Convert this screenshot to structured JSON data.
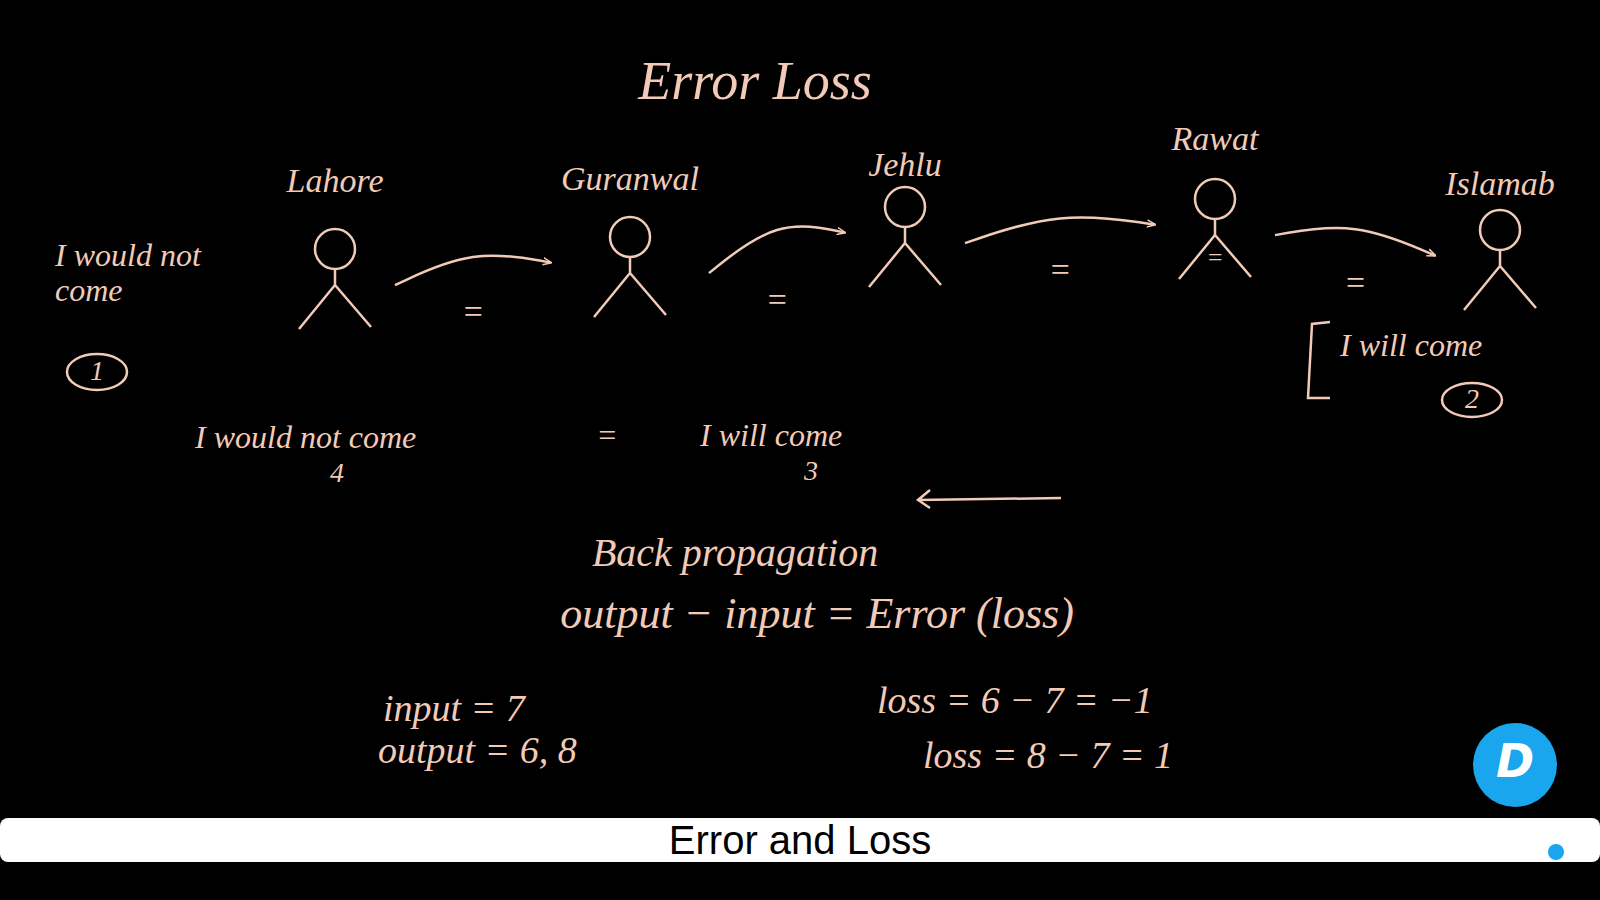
{
  "diagram": {
    "title": "Error Loss",
    "caption": "Error and Loss",
    "nodes": [
      {
        "text": [
          "Lahore"
        ]
      },
      {
        "text": [
          "Guranwal"
        ]
      },
      {
        "text": [
          "Jehlu"
        ]
      },
      {
        "text": [
          "Rawat"
        ]
      },
      {
        "text": [
          "Islamab"
        ]
      }
    ],
    "edges": [
      {
        "from": 0,
        "to": 1,
        "arrow": "to",
        "label": "="
      },
      {
        "from": 1,
        "to": 2,
        "arrow": "to",
        "label": "="
      },
      {
        "from": 2,
        "to": 3,
        "arrow": "to",
        "label": "="
      },
      {
        "from": 3,
        "to": 4,
        "arrow": "to",
        "label": "="
      }
    ],
    "labels": [
      "I would not come",
      "1",
      "=",
      "I will come",
      "2",
      "I would not come",
      "=",
      "I will come",
      "4",
      "3",
      "Back propagation",
      "output − input = Error (loss)",
      "input = 7",
      "output = 6, 8",
      "loss = 6 − 7 = −1",
      "loss = 8 − 7 = 1",
      "D"
    ]
  }
}
